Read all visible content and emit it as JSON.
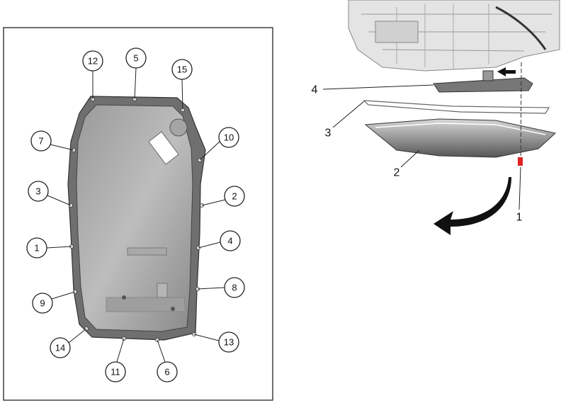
{
  "bolt_sequence": {
    "labels": [
      "12",
      "5",
      "15",
      "7",
      "10",
      "3",
      "2",
      "1",
      "4",
      "8",
      "9",
      "14",
      "13",
      "11",
      "6"
    ]
  },
  "exploded_view": {
    "labels": [
      "4",
      "3",
      "2",
      "1"
    ]
  }
}
